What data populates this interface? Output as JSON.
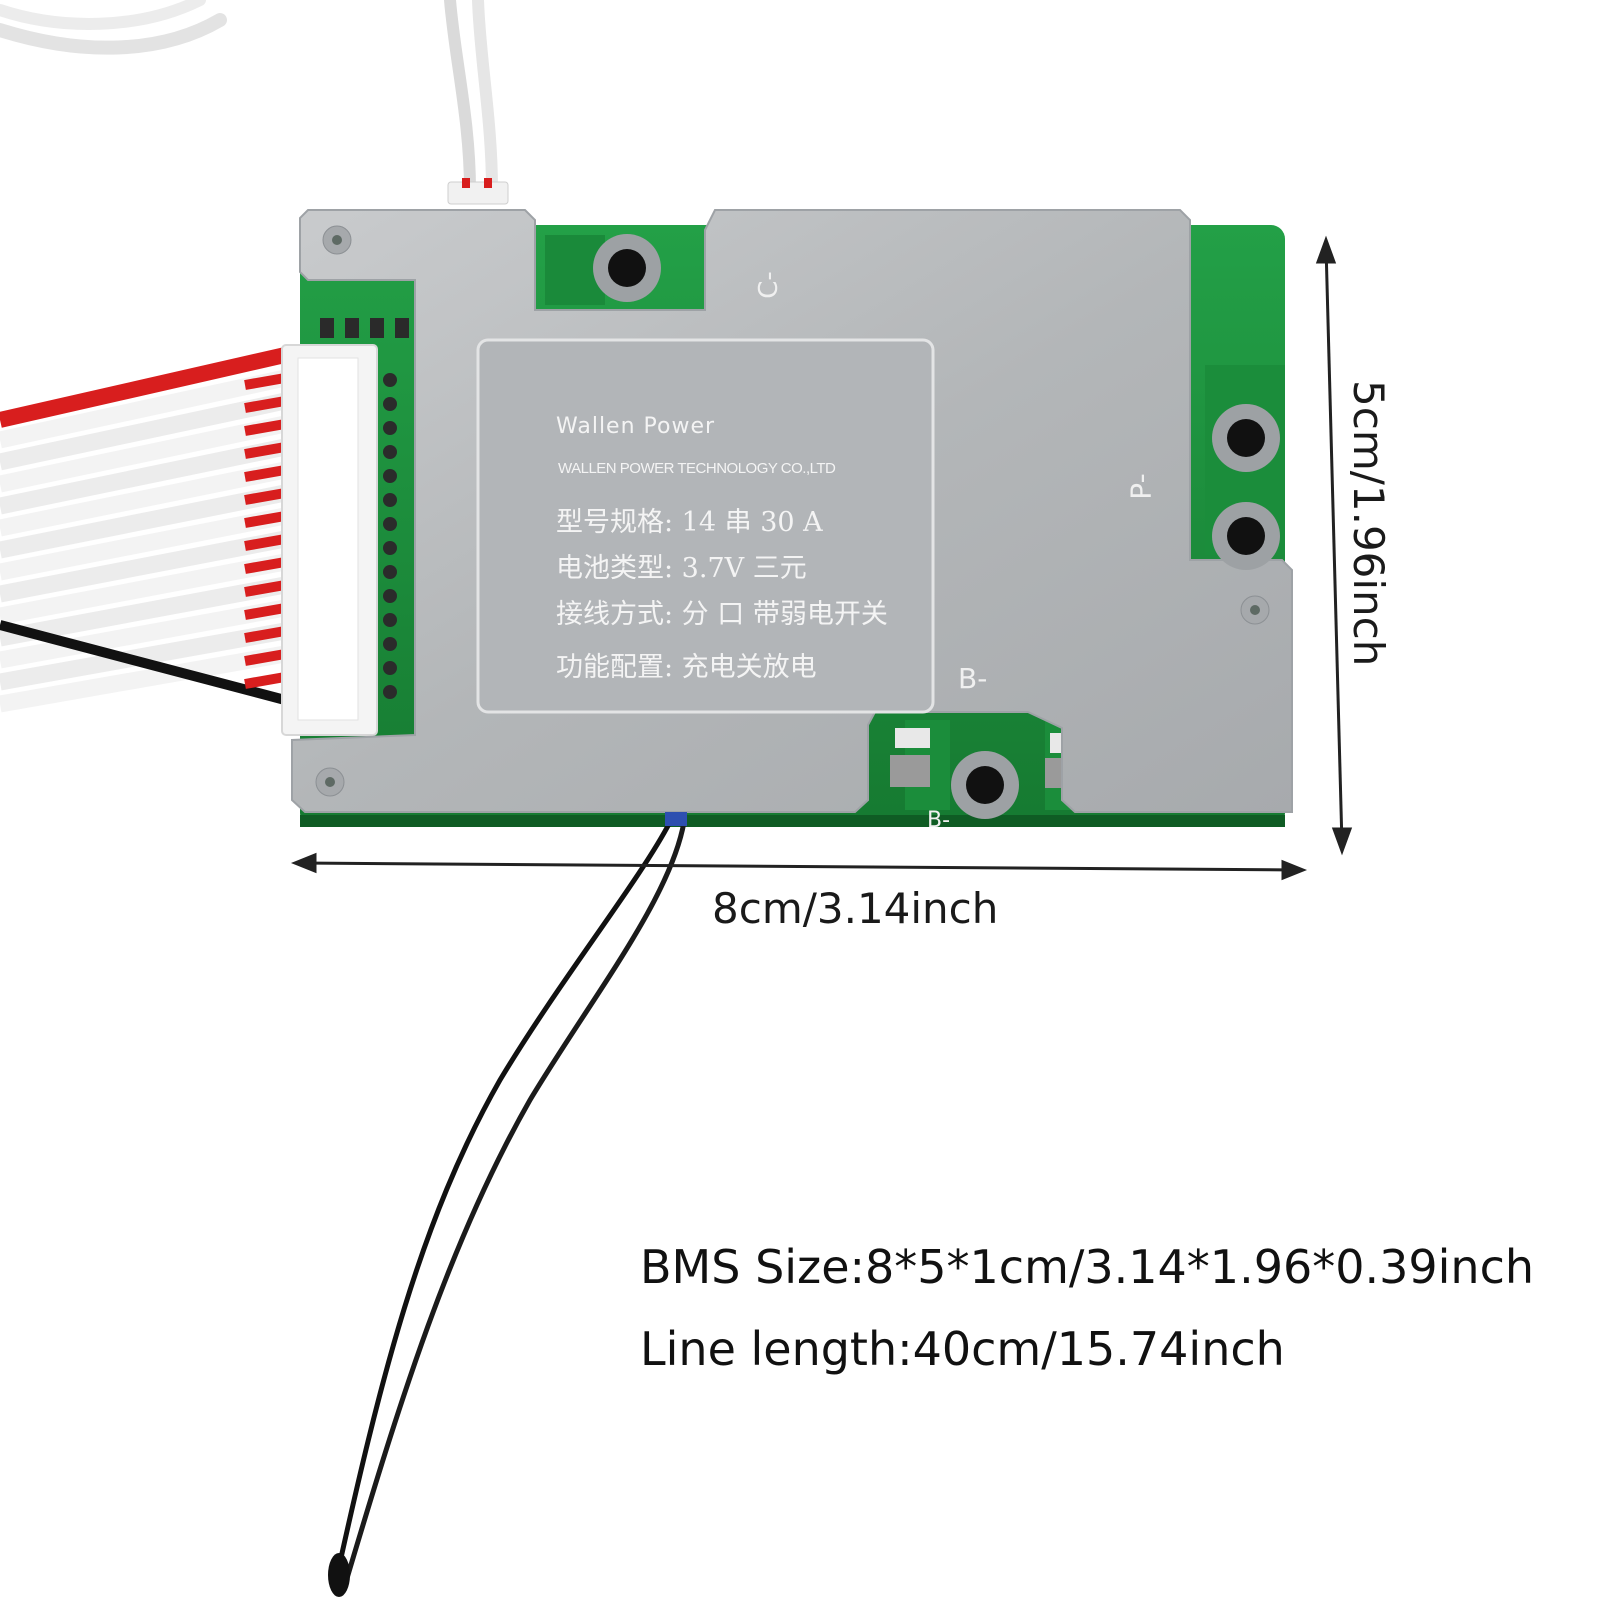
{
  "dimensions": {
    "width_label": "8cm/3.14inch",
    "height_label": "5cm/1.96inch"
  },
  "specs": {
    "size": "BMS Size:8*5*1cm/3.14*1.96*0.39inch",
    "line_length": "Line length:40cm/15.74inch"
  },
  "board_label": {
    "brand": "Wallen Power",
    "company": "WALLEN POWER TECHNOLOGY CO.,LTD",
    "model": "型号规格: 14 串 30 A",
    "cell_type": "电池类型: 3.7V 三元",
    "wiring": "接线方式: 分 口 带弱电开关",
    "function": "功能配置: 充电关放电"
  },
  "silkscreen": {
    "b_minus": "B-",
    "c_minus": "C-",
    "p_minus": "P-"
  },
  "colors": {
    "pcb_green": "#1f8a3a",
    "heatsink": "#b9bcbf",
    "wire_red": "#d81e1e",
    "wire_white": "#f2f2f2",
    "wire_black": "#111111"
  }
}
